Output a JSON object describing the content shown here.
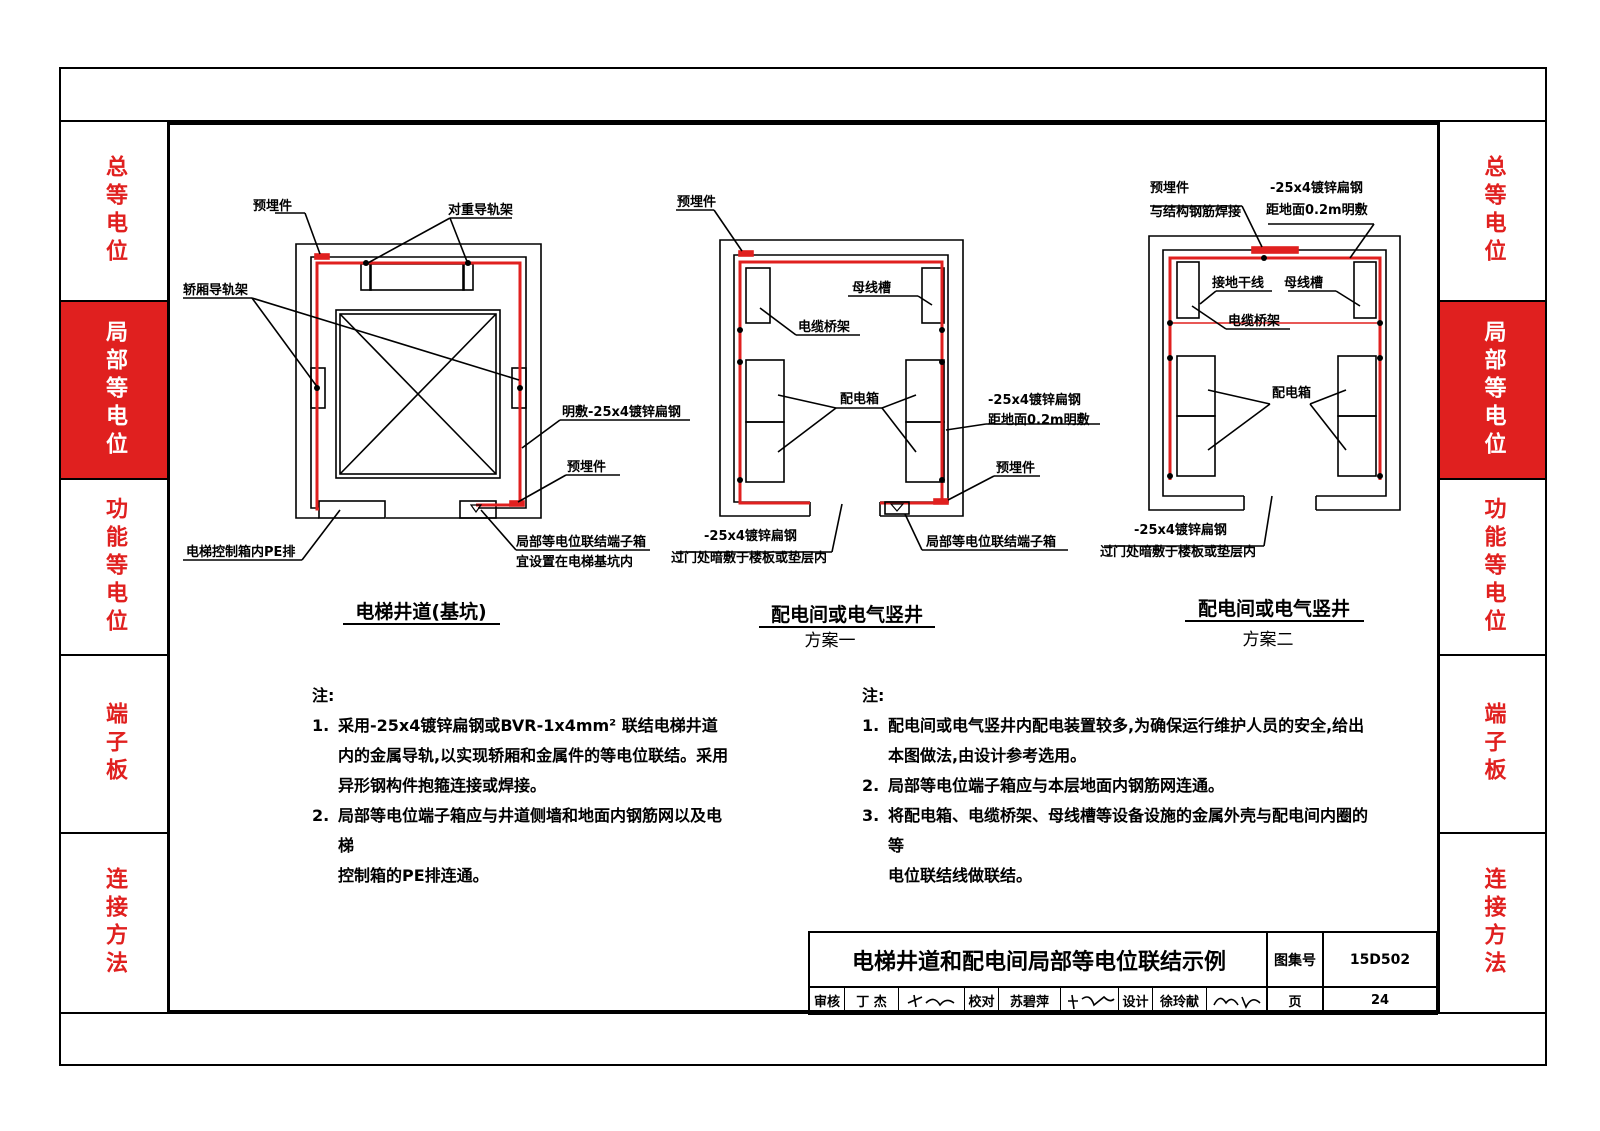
{
  "side_tabs": [
    "总等电位",
    "局部等电位",
    "功能等电位",
    "端子板",
    "连接方法"
  ],
  "active_tab_index": 1,
  "colors": {
    "accent": "#e0201f",
    "line": "#000000"
  },
  "diagrams": [
    {
      "title": "电梯井道(基坑)",
      "subtitle": "",
      "labels": {
        "embedded_top": "预埋件",
        "counterweight_rail": "对重导轨架",
        "car_rail": "轿厢导轨架",
        "exposed_steel": "明敷-25x4镀锌扁钢",
        "embedded_bottom": "预埋件",
        "pe_bar": "电梯控制箱内PE排",
        "terminal_box_1": "局部等电位联结端子箱",
        "terminal_box_2": "宜设置在电梯基坑内"
      }
    },
    {
      "title": "配电间或电气竖井",
      "subtitle": "方案一",
      "labels": {
        "embedded_top": "预埋件",
        "busway": "母线槽",
        "cable_tray": "电缆桥架",
        "distribution_box": "配电箱",
        "steel_1": "-25x4镀锌扁钢",
        "steel_2": "距地面0.2m明敷",
        "embedded_bottom": "预埋件",
        "buried_steel_1": "-25x4镀锌扁钢",
        "buried_steel_2": "过门处暗敷于楼板或垫层内",
        "terminal_box": "局部等电位联结端子箱"
      }
    },
    {
      "title": "配电间或电气竖井",
      "subtitle": "方案二",
      "labels": {
        "embedded_1": "预埋件",
        "embedded_2": "与结构钢筋焊接",
        "steel_1": "-25x4镀锌扁钢",
        "steel_2": "距地面0.2m明敷",
        "ground_trunk": "接地干线",
        "busway": "母线槽",
        "cable_tray": "电缆桥架",
        "distribution_box": "配电箱",
        "buried_steel_1": "-25x4镀锌扁钢",
        "buried_steel_2": "过门处暗敷于楼板或垫层内"
      }
    }
  ],
  "notes_left": {
    "heading": "注:",
    "items": [
      {
        "num": "1.",
        "lines": [
          "采用-25x4镀锌扁钢或BVR-1x4mm² 联结电梯井道",
          "内的金属导轨,以实现轿厢和金属件的等电位联结。采用",
          "异形钢构件抱箍连接或焊接。"
        ]
      },
      {
        "num": "2.",
        "lines": [
          "局部等电位端子箱应与井道侧墙和地面内钢筋网以及电梯",
          "控制箱的PE排连通。"
        ]
      }
    ]
  },
  "notes_right": {
    "heading": "注:",
    "items": [
      {
        "num": "1.",
        "lines": [
          "配电间或电气竖井内配电装置较多,为确保运行维护人员的安全,给出",
          "本图做法,由设计参考选用。"
        ]
      },
      {
        "num": "2.",
        "lines": [
          "局部等电位端子箱应与本层地面内钢筋网连通。"
        ]
      },
      {
        "num": "3.",
        "lines": [
          "将配电箱、电缆桥架、母线槽等设备设施的金属外壳与配电间内圈的等",
          "电位联结线做联结。"
        ]
      }
    ]
  },
  "title_block": {
    "title": "电梯井道和配电间局部等电位联结示例",
    "atlas_label": "图集号",
    "atlas_no": "15D502",
    "review_label": "审核",
    "reviewer": "丁 杰",
    "check_label": "校对",
    "checker": "苏碧萍",
    "design_label": "设计",
    "designer": "徐玲献",
    "page_label": "页",
    "page_no": "24"
  }
}
